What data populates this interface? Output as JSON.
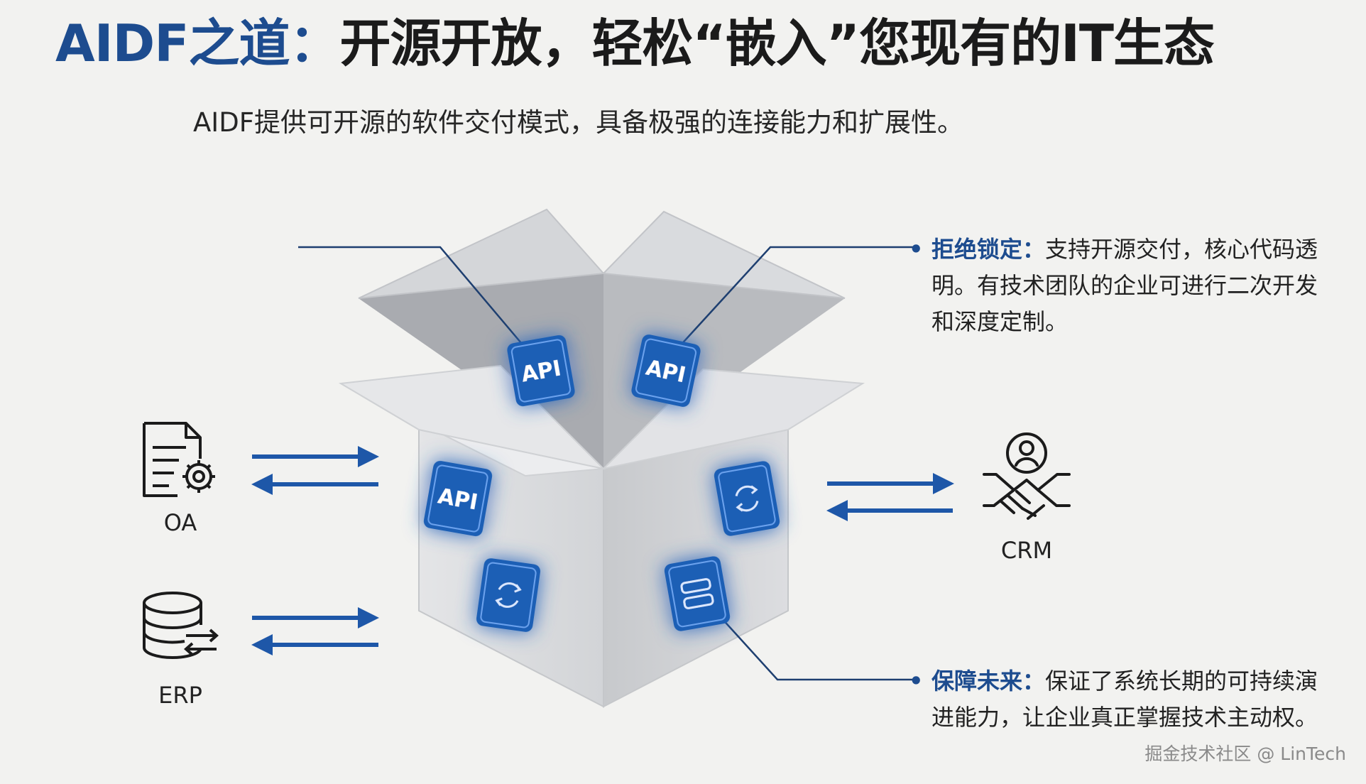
{
  "title": {
    "accent": "AIDF之道：",
    "rest": "开源开放，轻松“嵌入”您现有的IT生态"
  },
  "subtitle": "AIDF提供可开源的软件交付模式，具备极强的连接能力和扩展性。",
  "bullets": [
    {
      "head": "拒绝锁定：",
      "body": "支持开源交付，核心代码透明。有技术团队的企业可进行二次开发和深度定制。"
    },
    {
      "head": "保障未来：",
      "body": "保证了系统长期的可持续演进能力，让企业真正掌握技术主动权。"
    }
  ],
  "systems": {
    "oa": "OA",
    "erp": "ERP",
    "crm": "CRM"
  },
  "chips": {
    "api": "API"
  },
  "colors": {
    "accent": "#1d4c8f",
    "chip": "#1f5fb5",
    "arrow": "#1e57a8"
  },
  "watermark": "掘金技术社区 @ LinTech"
}
